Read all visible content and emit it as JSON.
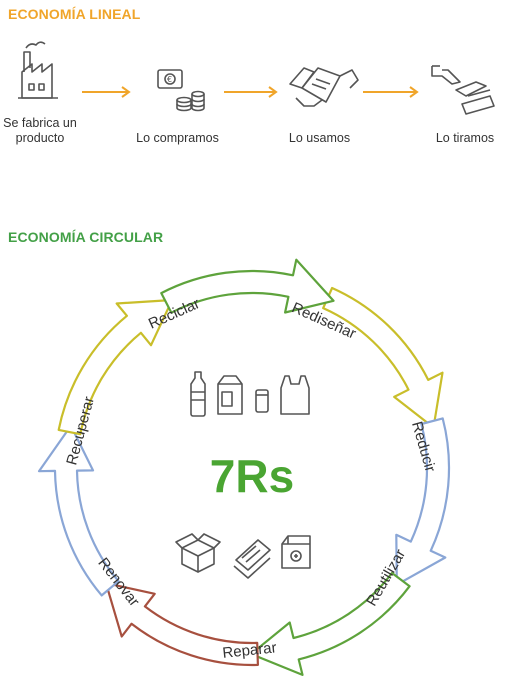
{
  "linear": {
    "title": "ECONOMÍA LINEAL",
    "title_color": "#f0a52a",
    "arrow_color": "#f0a52a",
    "steps": [
      {
        "label": "Se fabrica un producto",
        "icon": "factory-icon"
      },
      {
        "label": "Lo compramos",
        "icon": "money-icon"
      },
      {
        "label": "Lo usamos",
        "icon": "hands-using-icon"
      },
      {
        "label": "Lo tiramos",
        "icon": "trash-hand-icon"
      }
    ]
  },
  "circular": {
    "title": "ECONOMÍA CIRCULAR",
    "title_color": "#43a047",
    "center_label": "7Rs",
    "center_color": "#4aa532",
    "segments": [
      {
        "label": "Rediseñar",
        "color": "#c9be2a"
      },
      {
        "label": "Reducir",
        "color": "#8aa6d6"
      },
      {
        "label": "Reutilizar",
        "color": "#5ea33c"
      },
      {
        "label": "Reparar",
        "color": "#a7503f"
      },
      {
        "label": "Renovar",
        "color": "#8aa6d6"
      },
      {
        "label": "Recuperar",
        "color": "#c9be2a"
      },
      {
        "label": "Reciclar",
        "color": "#5ea33c"
      }
    ],
    "top_icons": [
      "bottle-icon",
      "carton-icon",
      "can-icon",
      "bag-icon"
    ],
    "bottom_icons": [
      "box-icon",
      "newspaper-icon",
      "package-icon"
    ]
  }
}
